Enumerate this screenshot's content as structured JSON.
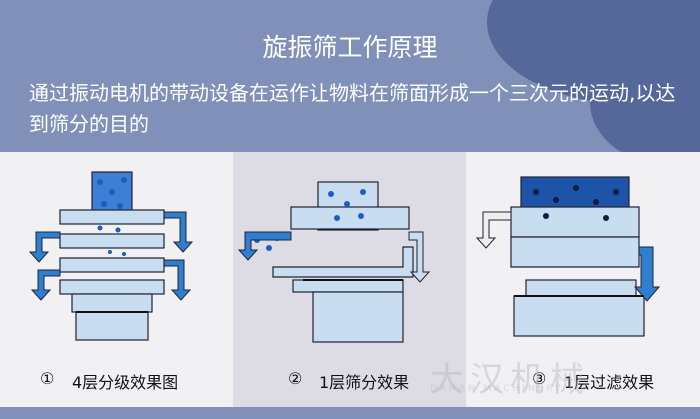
{
  "header": {
    "title": "旋振筛工作原理",
    "description": "通过振动电机的带动设备在运作让物料在筛面形成一个三次元的运动,以达到筛分的目的"
  },
  "panels": [
    {
      "number": "①",
      "caption": "4层分级效果图"
    },
    {
      "number": "②",
      "caption": "1层筛分效果"
    },
    {
      "number": "③",
      "caption": "1层过滤效果"
    }
  ],
  "watermark": {
    "text": "大汉机械",
    "subtext": "DAHAN  DAHAN MACHINERY"
  },
  "colors": {
    "header": "#8190b8",
    "accent_shape": "#56689a",
    "machine": "#c9ddf0",
    "particles": "#1a5fc0",
    "arrow": "#2f7fd0"
  }
}
